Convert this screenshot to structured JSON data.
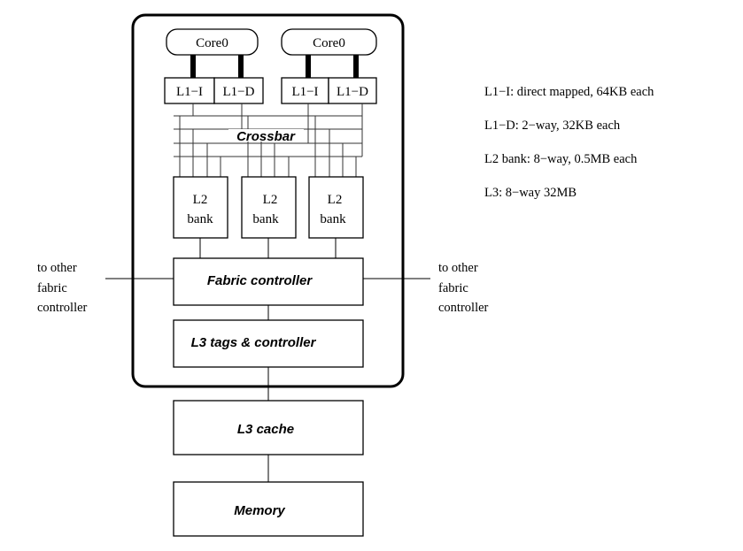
{
  "diagram": {
    "cores": [
      {
        "label": "Core0",
        "l1": [
          "L1−I",
          "L1−D"
        ]
      },
      {
        "label": "Core0",
        "l1": [
          "L1−I",
          "L1−D"
        ]
      }
    ],
    "crossbar_label": "Crossbar",
    "l2_banks": [
      {
        "line1": "L2",
        "line2": "bank"
      },
      {
        "line1": "L2",
        "line2": "bank"
      },
      {
        "line1": "L2",
        "line2": "bank"
      }
    ],
    "fabric_controller": "Fabric controller",
    "l3_tags": "L3 tags & controller",
    "l3_cache": "L3 cache",
    "memory": "Memory",
    "left_external": [
      "to other",
      "fabric",
      "controller"
    ],
    "right_external": [
      "to other",
      "fabric",
      "controller"
    ]
  },
  "legend": [
    "L1−I: direct mapped, 64KB each",
    "L1−D: 2−way, 32KB each",
    "L2 bank: 8−way, 0.5MB each",
    "L3: 8−way 32MB"
  ]
}
